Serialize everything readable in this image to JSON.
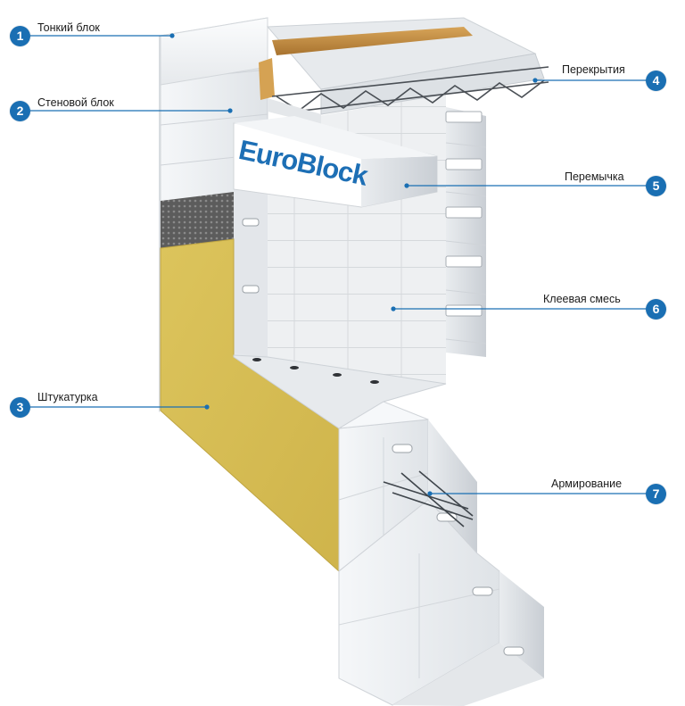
{
  "brand": {
    "name": "EuroBlock",
    "color": "#1d6fb5"
  },
  "colors": {
    "marker": "#1a6fb3",
    "leader": "#1a6fb3",
    "plaster": "#d9c057",
    "block": "#eceff2",
    "timber": "#c9944a",
    "insulation": "#6b6b6b"
  },
  "callouts": [
    {
      "number": "1",
      "label": "Тонкий блок"
    },
    {
      "number": "2",
      "label": "Стеновой блок"
    },
    {
      "number": "3",
      "label": "Штукатурка"
    },
    {
      "number": "4",
      "label": "Перекрытия"
    },
    {
      "number": "5",
      "label": "Перемычка"
    },
    {
      "number": "6",
      "label": "Клеевая смесь"
    },
    {
      "number": "7",
      "label": "Армирование"
    }
  ]
}
